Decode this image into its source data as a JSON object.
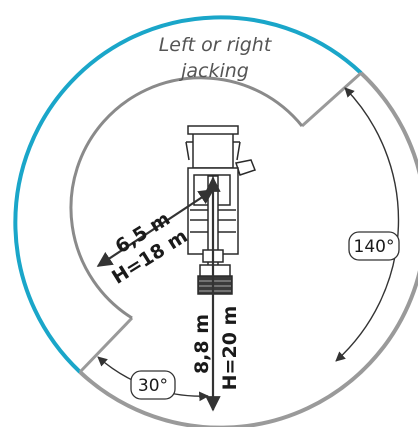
{
  "colors": {
    "outer_arc": "#1aa6c9",
    "inner_arc": "#8a8a8a",
    "arrow": "#333333",
    "machine": "#2a2a2a"
  },
  "zone_label": {
    "line1": "Left or right",
    "line2": "jacking"
  },
  "side_reach": {
    "radius": "6,5 m",
    "height": "H=18 m"
  },
  "rear_reach": {
    "radius": "8,8 m",
    "height": "H=20 m"
  },
  "angles": {
    "right_sector": "140°",
    "left_sector": "30°"
  }
}
